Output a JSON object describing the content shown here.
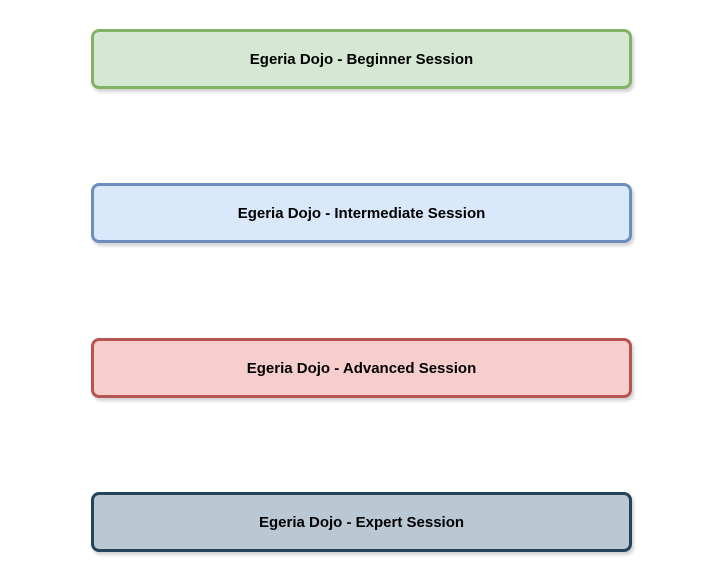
{
  "sessions": [
    {
      "label": "Egeria Dojo - Beginner Session",
      "fill": "#d5e8d4",
      "stroke": "#82b366"
    },
    {
      "label": "Egeria Dojo - Intermediate Session",
      "fill": "#dae8fc",
      "stroke": "#6c8ebf"
    },
    {
      "label": "Egeria Dojo - Advanced Session",
      "fill": "#f8cecc",
      "stroke": "#b85450"
    },
    {
      "label": "Egeria Dojo - Expert Session",
      "fill": "#bac8d3",
      "stroke": "#23445d"
    }
  ]
}
